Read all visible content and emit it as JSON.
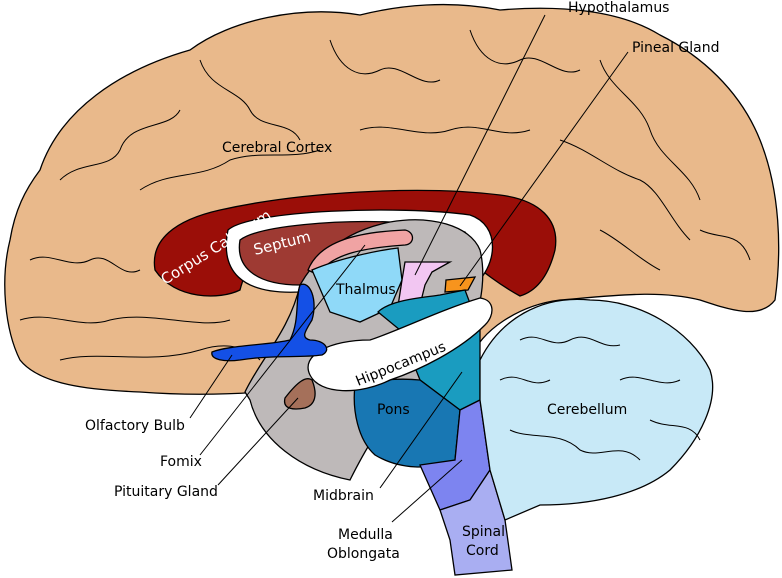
{
  "labels": {
    "hypothalamus": "Hypothalamus",
    "pineal_gland": "Pineal Gland",
    "cerebral_cortex": "Cerebral Cortex",
    "corpus_callosum": "Corpus Callosum",
    "septum": "Septum",
    "thalmus": "Thalmus",
    "hippocampus": "Hippocampus",
    "cerebellum": "Cerebellum",
    "pons": "Pons",
    "olfactory_bulb": "Olfactory Bulb",
    "fomix": "Fomix",
    "pituitary_gland": "Pituitary Gland",
    "midbrain": "Midbrain",
    "medulla_line1": "Medulla",
    "medulla_line2": "Oblongata",
    "spinal_line1": "Spinal",
    "spinal_line2": "Cord"
  },
  "colors": {
    "cortex": "#E9B98B",
    "corpus_callosum": "#9B0E08",
    "septum": "#9E3A33",
    "inner_gray": "#BEB9B9",
    "thalamus": "#8FD9F8",
    "hypothalamus": "#F2C6F2",
    "pineal": "#F7941D",
    "fornix_arc": "#F0A3A3",
    "olfactory": "#1450E6",
    "pituitary": "#A5705A",
    "midbrain": "#1A9CC0",
    "pons": "#1877B3",
    "medulla": "#7D84F0",
    "spinal_cord": "#A9AEF2",
    "cerebellum": "#C8E9F7"
  }
}
